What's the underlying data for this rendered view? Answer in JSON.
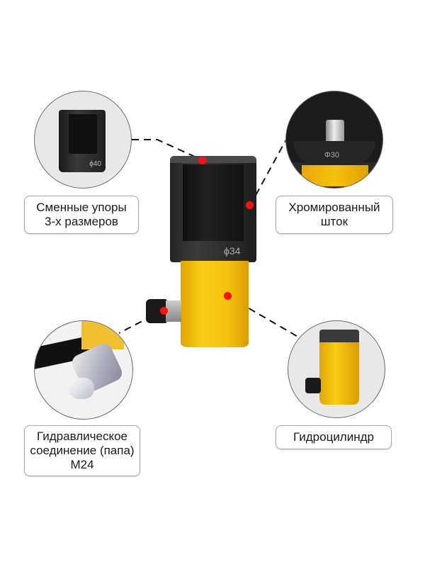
{
  "callouts": [
    {
      "id": "stops",
      "lines": [
        "Сменные упоры",
        "3-х размеров"
      ],
      "inset_marking": "ϕ40"
    },
    {
      "id": "rod",
      "lines": [
        "Хромированный",
        "шток"
      ],
      "inset_marking": "Φ30"
    },
    {
      "id": "coupler",
      "lines": [
        "Гидравлическое",
        "соединение (папа)",
        "М24"
      ]
    },
    {
      "id": "cylinder",
      "lines": [
        "Гидроцилиндр"
      ]
    }
  ],
  "product": {
    "head_marking": "ϕ34",
    "colors": {
      "body": "#f5c20f",
      "head": "#2b2b2b",
      "marker": "#ff1010",
      "circle_bg": "#e8e8e8"
    }
  }
}
